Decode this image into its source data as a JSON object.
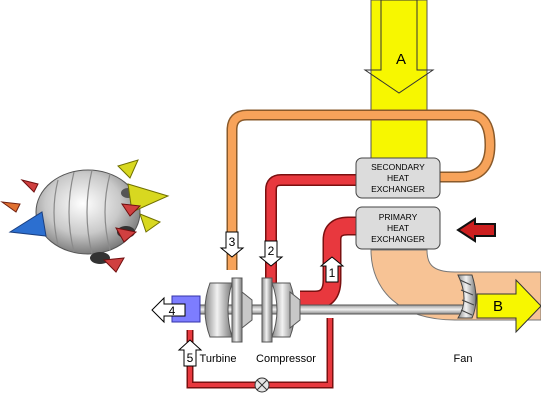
{
  "labels": {
    "A": "A",
    "B": "B",
    "secondary_hx": [
      "SECONDARY",
      "HEAT",
      "EXCHANGER"
    ],
    "primary_hx": [
      "PRIMARY",
      "HEAT",
      "EXCHANGER"
    ],
    "turbine": "Turbine",
    "compressor": "Compressor",
    "fan": "Fan",
    "station_1": "1",
    "station_2": "2",
    "station_3": "3",
    "station_4": "4",
    "station_5": "5"
  },
  "colors": {
    "ram_air": "#f7f700",
    "fan_duct": "#f7c395",
    "secondary_loop": "#f7a35a",
    "hot_bleed": "#e8383e",
    "cold_outlet": "#7d7dff",
    "hx_fill": "#dcdcdc",
    "shaft": "#b9b9b9",
    "primary_inlet_arrow": "#cc1f1f"
  },
  "icons": {
    "thumbnail": "aircraft-engine-icon",
    "valve": "valve-icon"
  }
}
